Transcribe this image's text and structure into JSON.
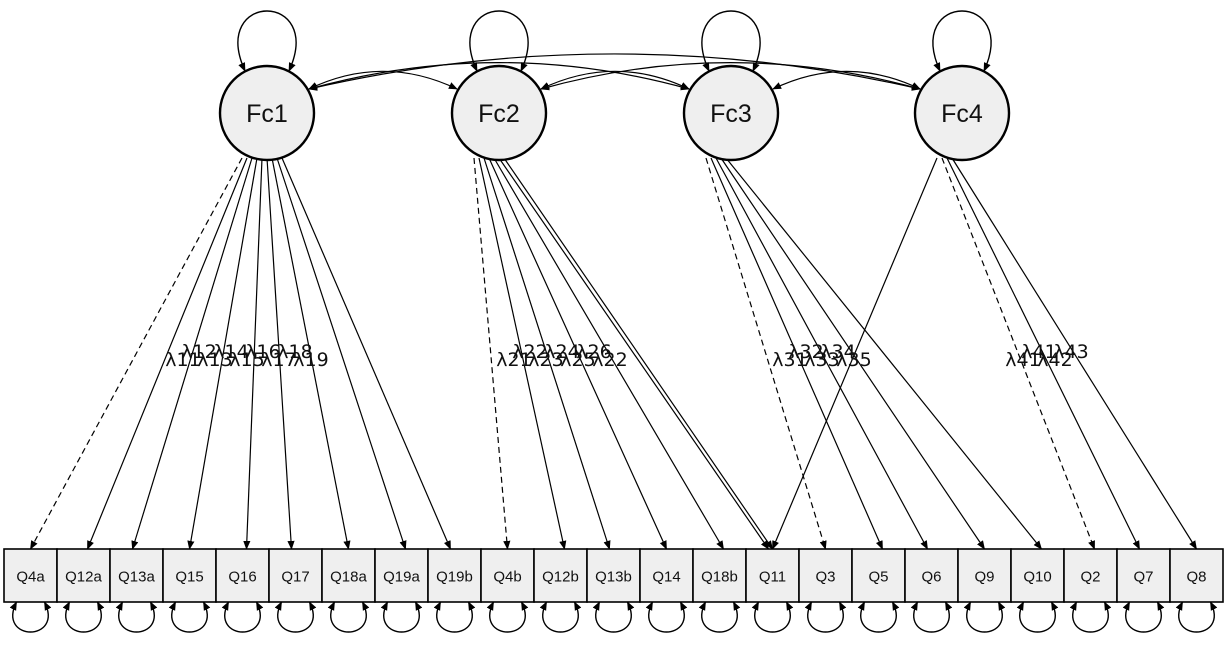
{
  "factors": [
    {
      "id": "Fc1",
      "label": "Fc1"
    },
    {
      "id": "Fc2",
      "label": "Fc2"
    },
    {
      "id": "Fc3",
      "label": "Fc3"
    },
    {
      "id": "Fc4",
      "label": "Fc4"
    }
  ],
  "items": [
    {
      "id": "Q4a",
      "label": "Q4a"
    },
    {
      "id": "Q12a",
      "label": "Q12a"
    },
    {
      "id": "Q13a",
      "label": "Q13a"
    },
    {
      "id": "Q15",
      "label": "Q15"
    },
    {
      "id": "Q16",
      "label": "Q16"
    },
    {
      "id": "Q17",
      "label": "Q17"
    },
    {
      "id": "Q18a",
      "label": "Q18a"
    },
    {
      "id": "Q19a",
      "label": "Q19a"
    },
    {
      "id": "Q19b",
      "label": "Q19b"
    },
    {
      "id": "Q4b",
      "label": "Q4b"
    },
    {
      "id": "Q12b",
      "label": "Q12b"
    },
    {
      "id": "Q13b",
      "label": "Q13b"
    },
    {
      "id": "Q14",
      "label": "Q14"
    },
    {
      "id": "Q18b",
      "label": "Q18b"
    },
    {
      "id": "Q11",
      "label": "Q11"
    },
    {
      "id": "Q3",
      "label": "Q3"
    },
    {
      "id": "Q5",
      "label": "Q5"
    },
    {
      "id": "Q6",
      "label": "Q6"
    },
    {
      "id": "Q9",
      "label": "Q9"
    },
    {
      "id": "Q10",
      "label": "Q10"
    },
    {
      "id": "Q2",
      "label": "Q2"
    },
    {
      "id": "Q7",
      "label": "Q7"
    },
    {
      "id": "Q8",
      "label": "Q8"
    }
  ],
  "loadings": [
    {
      "factor": "Fc1",
      "item": "Q4a",
      "label": "λ11",
      "fixed": true
    },
    {
      "factor": "Fc1",
      "item": "Q12a",
      "label": "λ12"
    },
    {
      "factor": "Fc1",
      "item": "Q13a",
      "label": "λ13"
    },
    {
      "factor": "Fc1",
      "item": "Q15",
      "label": "λ14"
    },
    {
      "factor": "Fc1",
      "item": "Q16",
      "label": "λ15"
    },
    {
      "factor": "Fc1",
      "item": "Q17",
      "label": "λ16"
    },
    {
      "factor": "Fc1",
      "item": "Q18a",
      "label": "λ17"
    },
    {
      "factor": "Fc1",
      "item": "Q19a",
      "label": "λ18"
    },
    {
      "factor": "Fc1",
      "item": "Q19b",
      "label": "λ19"
    },
    {
      "factor": "Fc2",
      "item": "Q4b",
      "label": "λ21",
      "fixed": true
    },
    {
      "factor": "Fc2",
      "item": "Q12b",
      "label": "λ22"
    },
    {
      "factor": "Fc2",
      "item": "Q13b",
      "label": "λ23"
    },
    {
      "factor": "Fc2",
      "item": "Q14",
      "label": "λ24"
    },
    {
      "factor": "Fc2",
      "item": "Q18b",
      "label": "λ25"
    },
    {
      "factor": "Fc2",
      "item": "Q11",
      "label": "λ26"
    },
    {
      "factor": "Fc2",
      "item": "Q11",
      "label": "λ22"
    },
    {
      "factor": "Fc3",
      "item": "Q3",
      "label": "λ31",
      "fixed": true
    },
    {
      "factor": "Fc3",
      "item": "Q5",
      "label": "λ32"
    },
    {
      "factor": "Fc3",
      "item": "Q6",
      "label": "λ33"
    },
    {
      "factor": "Fc3",
      "item": "Q9",
      "label": "λ34"
    },
    {
      "factor": "Fc3",
      "item": "Q10",
      "label": "λ35"
    },
    {
      "factor": "Fc4",
      "item": "Q11",
      "label": "λ41"
    },
    {
      "factor": "Fc4",
      "item": "Q2",
      "label": "λ41",
      "fixed": true
    },
    {
      "factor": "Fc4",
      "item": "Q7",
      "label": "λ42"
    },
    {
      "factor": "Fc4",
      "item": "Q8",
      "label": "λ43"
    }
  ],
  "covariances": [
    [
      "Fc1",
      "Fc2"
    ],
    [
      "Fc1",
      "Fc3"
    ],
    [
      "Fc1",
      "Fc4"
    ],
    [
      "Fc2",
      "Fc3"
    ],
    [
      "Fc2",
      "Fc4"
    ],
    [
      "Fc3",
      "Fc4"
    ]
  ]
}
